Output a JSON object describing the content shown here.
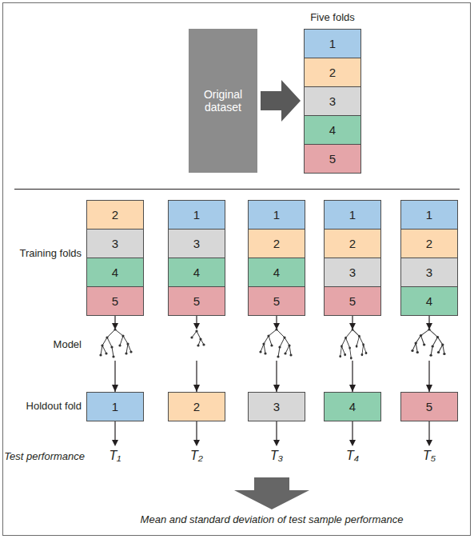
{
  "diagram": {
    "nodes": [
      {
        "text": [
          "Original dataset"
        ]
      },
      {
        "text": [
          "Five folds"
        ]
      },
      {
        "text": [
          "1"
        ],
        "in": 1
      },
      {
        "text": [
          "2"
        ],
        "in": 1
      },
      {
        "text": [
          "3"
        ],
        "in": 1
      },
      {
        "text": [
          "4"
        ],
        "in": 1
      },
      {
        "text": [
          "5"
        ],
        "in": 1
      },
      {
        "text": [
          "2"
        ]
      },
      {
        "text": [
          "1"
        ]
      },
      {
        "text": [
          "1"
        ]
      },
      {
        "text": [
          "1"
        ]
      },
      {
        "text": [
          "1"
        ]
      },
      {
        "text": [
          "3"
        ]
      },
      {
        "text": [
          "3"
        ]
      },
      {
        "text": [
          "2"
        ]
      },
      {
        "text": [
          "2"
        ]
      },
      {
        "text": [
          "2"
        ]
      },
      {
        "text": [
          "4"
        ]
      },
      {
        "text": [
          "4"
        ]
      },
      {
        "text": [
          "4"
        ]
      },
      {
        "text": [
          "3"
        ]
      },
      {
        "text": [
          "3"
        ]
      },
      {
        "text": [
          "5"
        ]
      },
      {
        "text": [
          "5"
        ]
      },
      {
        "text": [
          "5"
        ]
      },
      {
        "text": [
          "5"
        ]
      },
      {
        "text": [
          "4"
        ]
      },
      {
        "text": [
          "1"
        ]
      },
      {
        "text": [
          "2"
        ]
      },
      {
        "text": [
          "3"
        ]
      },
      {
        "text": [
          "4"
        ]
      },
      {
        "text": [
          "5"
        ]
      }
    ],
    "edges": [
      {
        "from": 0,
        "to": 1,
        "arrow": "to"
      },
      {
        "from": 22,
        "to": 27,
        "arrow": "to"
      },
      {
        "from": 23,
        "to": 28,
        "arrow": "to"
      },
      {
        "from": 24,
        "to": 29,
        "arrow": "to"
      },
      {
        "from": 25,
        "to": 30,
        "arrow": "to"
      },
      {
        "from": 26,
        "to": 31,
        "arrow": "to"
      }
    ],
    "labels": [
      "Training folds",
      "Model",
      "Holdout fold",
      "Test performance",
      "T₁",
      "T₂",
      "T₃",
      "T₄",
      "T₅",
      "Mean and standard deviation of test sample performance"
    ]
  }
}
